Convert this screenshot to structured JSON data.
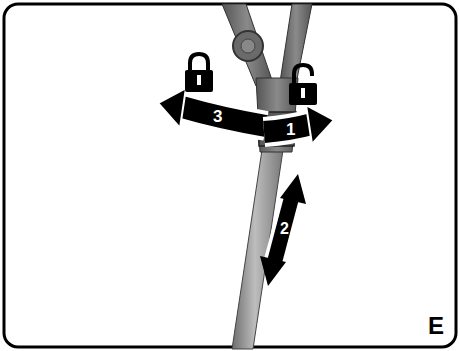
{
  "diagram": {
    "labels": [
      "3",
      "1",
      "2",
      "E"
    ]
  }
}
